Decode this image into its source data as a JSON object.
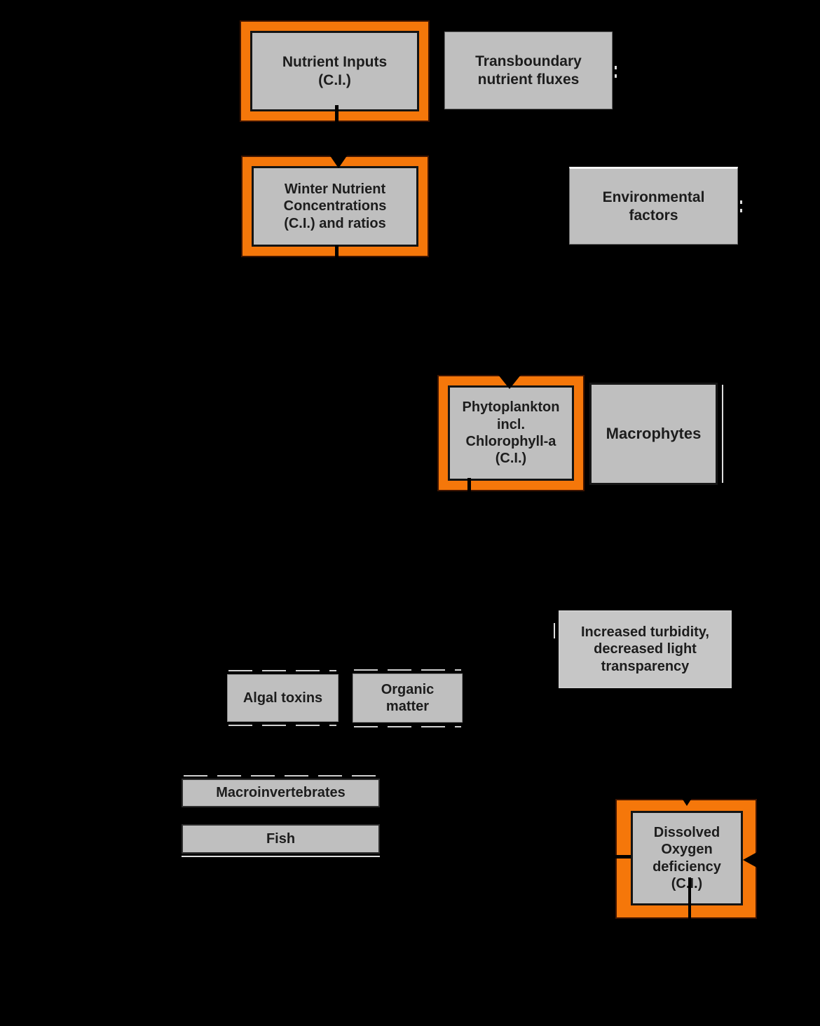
{
  "diagram": {
    "description": "Eutrophication cause-effect flow diagram on black background; orange-framed boxes are core indicators (C.I.)",
    "colors": {
      "background": "#000000",
      "core_indicator_orange": "#F5770A",
      "box_fill_gray": "#BFBFBF",
      "box_border_dark": "#141414",
      "text_dark": "#1D1D1D",
      "connector_black": "#000000",
      "remnant_white": "#F5F5F5"
    },
    "boxes": {
      "nutrient_inputs": {
        "label": "Nutrient Inputs\n(C.I.)",
        "core_indicator": true
      },
      "transboundary": {
        "label": "Transboundary\nnutrient fluxes",
        "core_indicator": false
      },
      "winter_nutrients": {
        "label": "Winter Nutrient\nConcentrations\n(C.I.) and ratios",
        "core_indicator": true
      },
      "environmental": {
        "label": "Environmental\nfactors",
        "core_indicator": false
      },
      "phytoplankton": {
        "label": "Phytoplankton\nincl.\nChlorophyll-a\n(C.I.)",
        "core_indicator": true
      },
      "macrophytes": {
        "label": "Macrophytes",
        "core_indicator": false
      },
      "turbidity": {
        "label": "Increased turbidity,\ndecreased light\ntransparency",
        "core_indicator": false
      },
      "algal_toxins": {
        "label": "Algal toxins",
        "core_indicator": false
      },
      "organic_matter": {
        "label": "Organic\nmatter",
        "core_indicator": false
      },
      "macroinvertebrates": {
        "label": "Macroinvertebrates",
        "core_indicator": false
      },
      "fish": {
        "label": "Fish",
        "core_indicator": false
      },
      "dissolved_oxygen": {
        "label": "Dissolved\nOxygen\ndeficiency\n(C.I.)",
        "core_indicator": true
      }
    }
  }
}
